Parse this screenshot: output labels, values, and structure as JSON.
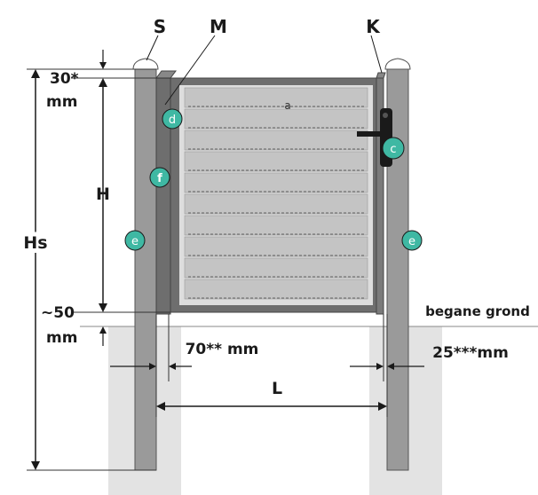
{
  "labels": {
    "post_left": "S",
    "post_middle": "M",
    "post_right": "K",
    "top_gap_value": "30*",
    "top_gap_unit": "mm",
    "gate_height": "H",
    "post_height": "Hs",
    "bottom_gap_value": "~50",
    "bottom_gap_unit": "mm",
    "ground_level": "begane grond",
    "gap_left": "70** mm",
    "gap_right": "25***mm",
    "width": "L",
    "slat": "a"
  },
  "badges": {
    "c": "c",
    "d": "d",
    "e": "e",
    "f": "f"
  },
  "colors": {
    "post": "#9a9a9a",
    "frame": "#6e6e6e",
    "slat": "#c4c4c4",
    "foundation": "#e3e3e3",
    "badge": "#3fb8a3",
    "hardware": "#1a1a1a"
  }
}
